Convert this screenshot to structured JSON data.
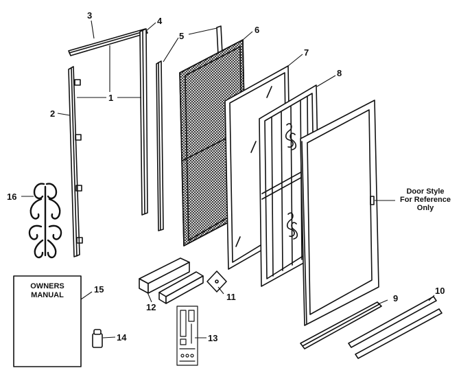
{
  "diagram": {
    "part_labels": {
      "p1": "1",
      "p2": "2",
      "p3": "3",
      "p4": "4",
      "p5": "5",
      "p6": "6",
      "p7": "7",
      "p8": "8",
      "p9": "9",
      "p10": "10",
      "p11": "11",
      "p12": "12",
      "p13": "13",
      "p14": "14",
      "p15": "15",
      "p16": "16"
    },
    "manual": {
      "line1": "OWNERS",
      "line2": "MANUAL"
    },
    "note": {
      "line1": "Door Style",
      "line2": "For Reference",
      "line3": "Only"
    },
    "line_color": "#111111"
  }
}
